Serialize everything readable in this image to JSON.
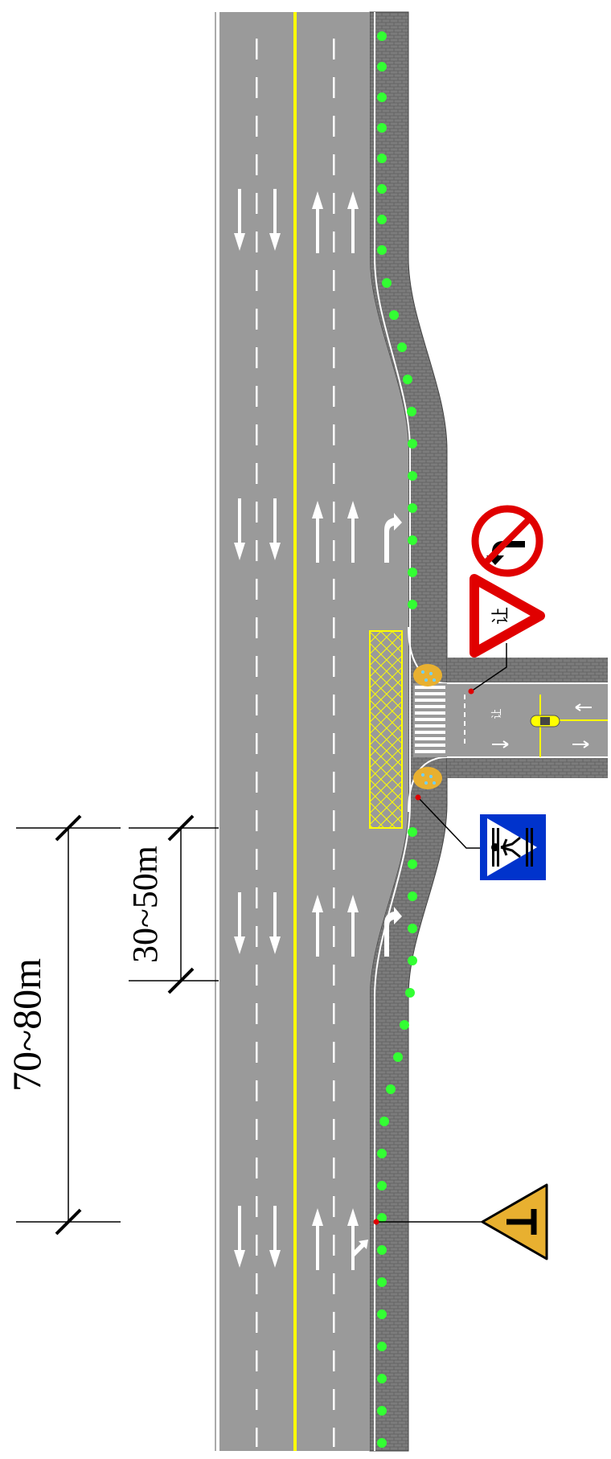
{
  "dimensions": {
    "overall_length": "70~80m",
    "widening_length": "30~50m"
  },
  "signs": {
    "no_left_turn": {
      "kind": "prohibition",
      "symbol": "no-left-turn"
    },
    "yield": {
      "kind": "warning",
      "text": "让"
    },
    "pedestrian_crossing": {
      "kind": "indication",
      "symbol": "pedestrian-crossing"
    },
    "t_junction_warning": {
      "kind": "warning",
      "symbol": "t-junction"
    }
  },
  "side_road": {
    "lane_text": "让"
  },
  "colors": {
    "asphalt": "#9a9a9a",
    "sidewalk": "#7c7c7c",
    "center_line": "#ffff00",
    "grid_box": "#ffff00",
    "hedge_dots": "#33ff33",
    "sign_red": "#e00000",
    "sign_blue": "#0033cc",
    "warning_yellow": "#e8b030",
    "dimension_ink": "#000000"
  }
}
